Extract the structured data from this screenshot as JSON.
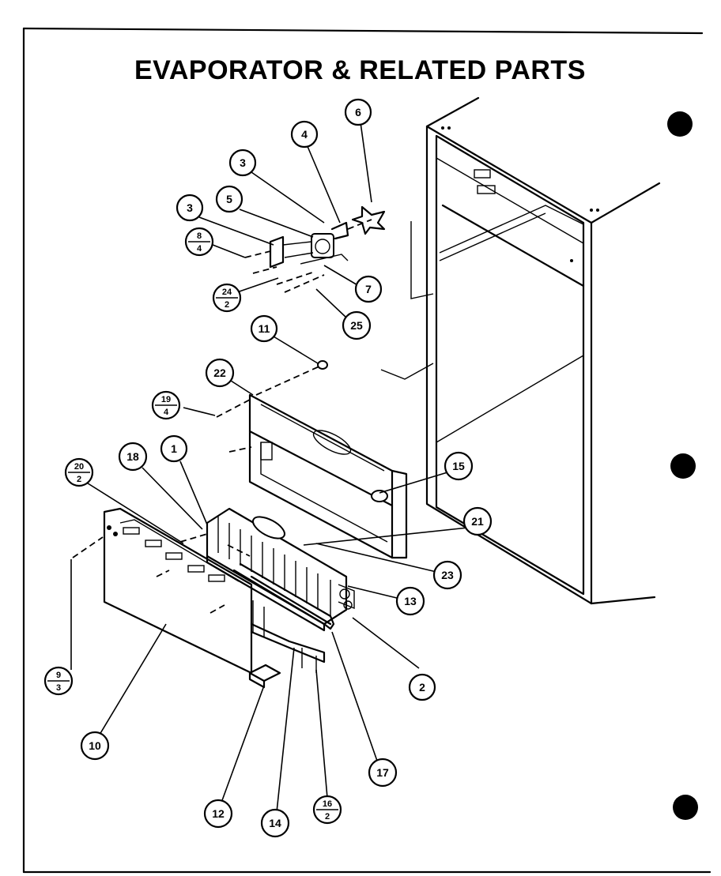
{
  "title": "EVAPORATOR & RELATED PARTS",
  "callouts": [
    {
      "id": "c6",
      "label": "6"
    },
    {
      "id": "c4",
      "label": "4"
    },
    {
      "id": "c3a",
      "label": "3"
    },
    {
      "id": "c5",
      "label": "5"
    },
    {
      "id": "c3b",
      "label": "3"
    },
    {
      "id": "c7",
      "label": "7"
    },
    {
      "id": "c25",
      "label": "25"
    },
    {
      "id": "c11",
      "label": "11"
    },
    {
      "id": "c22",
      "label": "22"
    },
    {
      "id": "c1",
      "label": "1"
    },
    {
      "id": "c18",
      "label": "18"
    },
    {
      "id": "c15",
      "label": "15"
    },
    {
      "id": "c21",
      "label": "21"
    },
    {
      "id": "c23",
      "label": "23"
    },
    {
      "id": "c13",
      "label": "13"
    },
    {
      "id": "c2",
      "label": "2"
    },
    {
      "id": "c10",
      "label": "10"
    },
    {
      "id": "c17",
      "label": "17"
    },
    {
      "id": "c12",
      "label": "12"
    },
    {
      "id": "c14",
      "label": "14"
    }
  ],
  "fraction_callouts": [
    {
      "id": "f8_4",
      "top": "8",
      "bottom": "4"
    },
    {
      "id": "f24_2",
      "top": "24",
      "bottom": "2"
    },
    {
      "id": "f19_4",
      "top": "19",
      "bottom": "4"
    },
    {
      "id": "f20_2",
      "top": "20",
      "bottom": "2"
    },
    {
      "id": "f9_3",
      "top": "9",
      "bottom": "3"
    },
    {
      "id": "f16_2",
      "top": "16",
      "bottom": "2"
    }
  ]
}
